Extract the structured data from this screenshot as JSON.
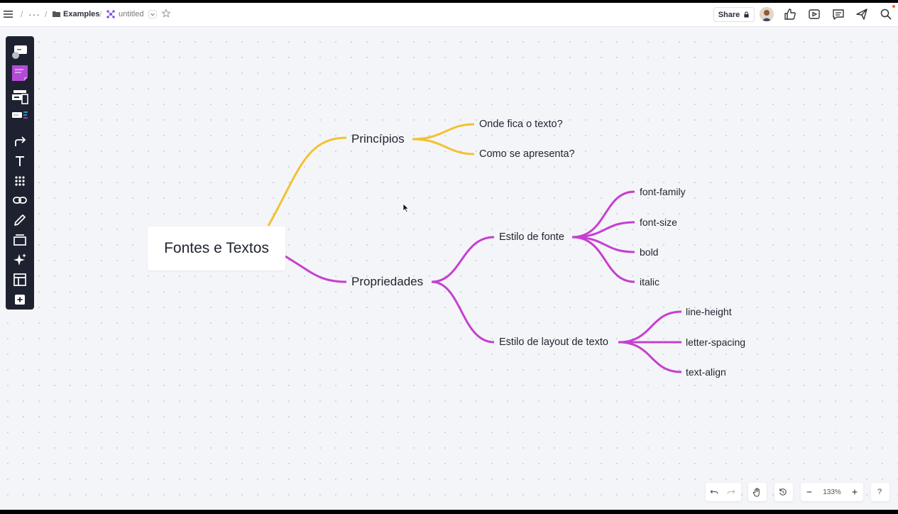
{
  "topbar": {
    "more_label": "···",
    "breadcrumb_folder": "Examples",
    "breadcrumb_board": "untitled",
    "share_label": "Share"
  },
  "toolbar": {
    "tools": [
      "templates",
      "sticky-note",
      "shapes",
      "card",
      "connection-line",
      "text",
      "grid-apps",
      "link",
      "pen",
      "frame",
      "ai-assist",
      "layout",
      "add"
    ]
  },
  "mindmap": {
    "root": "Fontes e Textos",
    "branches": [
      {
        "label": "Princípios",
        "color": "#f2c230",
        "children": [
          "Onde fica o texto?",
          "Como se apresenta?"
        ]
      },
      {
        "label": "Propriedades",
        "color": "#c63fd0",
        "children": [
          {
            "label": "Estilo de fonte",
            "children": [
              "font-family",
              "font-size",
              "bold",
              "italic"
            ]
          },
          {
            "label": "Estilo de layout de texto",
            "children": [
              "line-height",
              "letter-spacing",
              "text-align"
            ]
          }
        ]
      }
    ]
  },
  "bottom": {
    "zoom": "133%",
    "help": "?"
  }
}
